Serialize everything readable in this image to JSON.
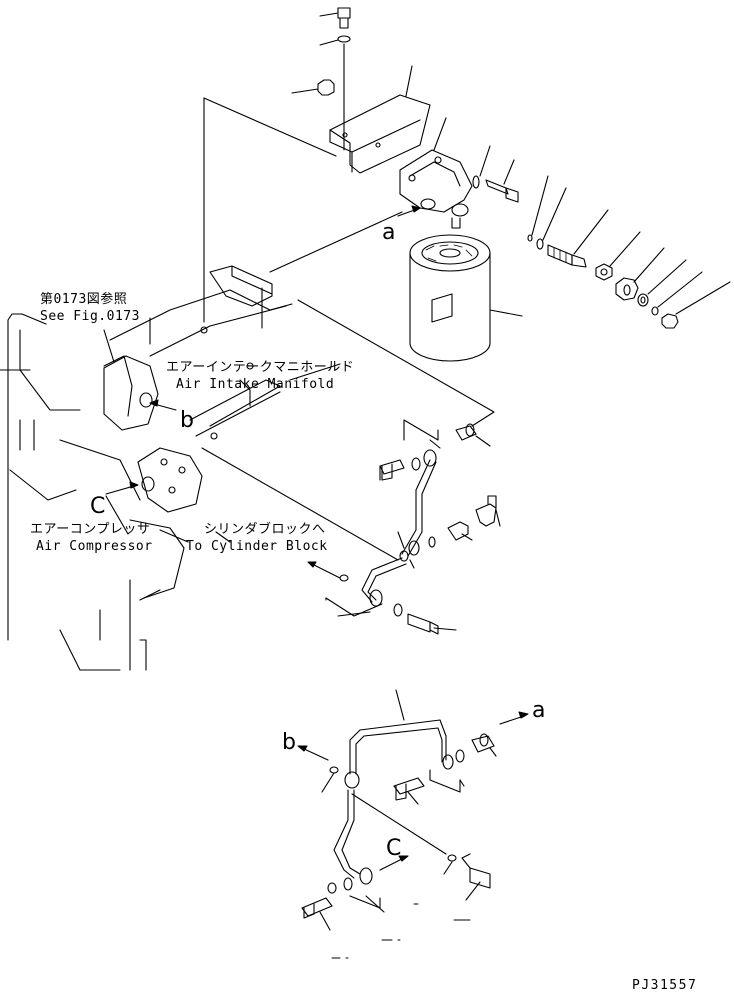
{
  "labels": {
    "ref_jp": "第0173図参照",
    "ref_en": "See Fig.0173",
    "intake_jp": "エアーインテークマニホールド",
    "intake_en": "Air Intake Manifold",
    "compressor_jp": "エアーコンプレッサ",
    "compressor_en": "Air Compressor",
    "cylinder_jp": "シリンダブロックへ",
    "cylinder_en": "To Cylinder Block",
    "callout_a_top": "a",
    "callout_b_top": "b",
    "callout_c_top": "C",
    "callout_a_bottom": "a",
    "callout_b_bottom": "b",
    "callout_c_bottom": "C",
    "drawing_number": "PJ31557"
  }
}
